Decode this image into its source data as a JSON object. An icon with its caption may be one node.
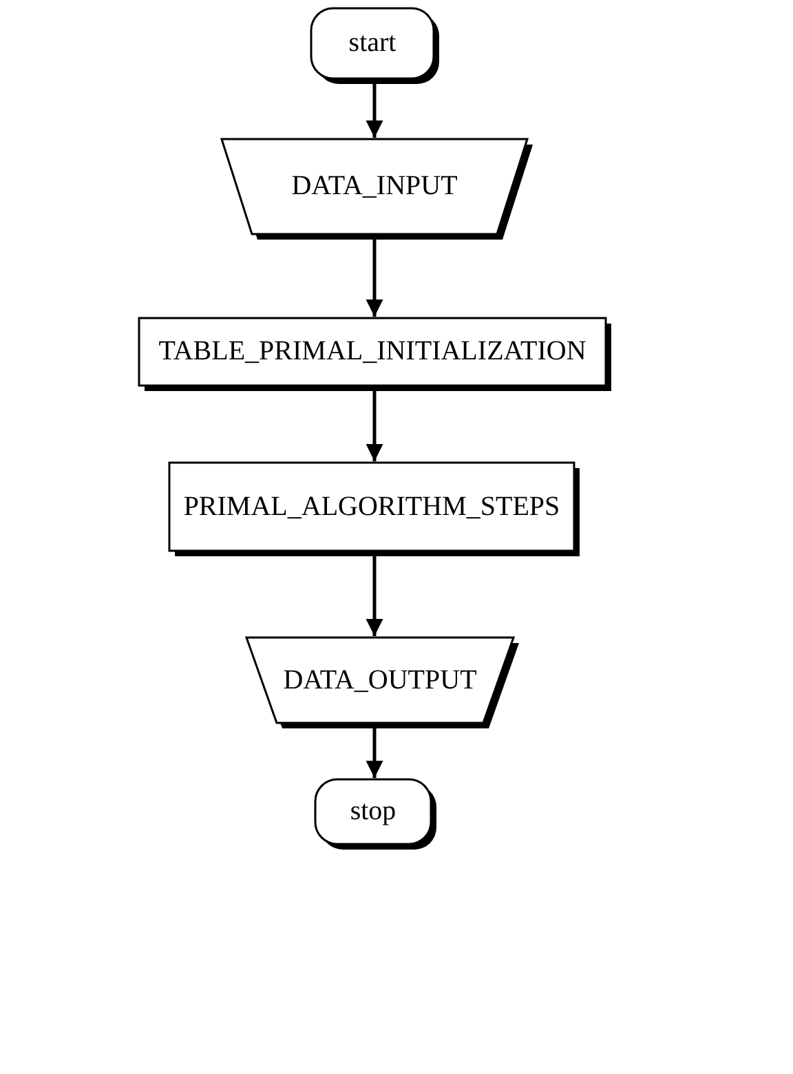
{
  "diagram": {
    "nodes": [
      {
        "text": [
          "start"
        ]
      },
      {
        "text": [
          "DATA_INPUT"
        ]
      },
      {
        "text": [
          "TABLE_PRIMAL_INITIALIZATION"
        ]
      },
      {
        "text": [
          "PRIMAL_ALGORITHM_STEPS"
        ]
      },
      {
        "text": [
          "DATA_OUTPUT"
        ]
      },
      {
        "text": [
          "stop"
        ]
      }
    ],
    "edges": [
      {
        "from": 0,
        "to": 1,
        "arrow": "to"
      },
      {
        "from": 1,
        "to": 2,
        "arrow": "to"
      },
      {
        "from": 2,
        "to": 3,
        "arrow": "to"
      },
      {
        "from": 3,
        "to": 4,
        "arrow": "to"
      },
      {
        "from": 4,
        "to": 5,
        "arrow": "to"
      }
    ]
  }
}
